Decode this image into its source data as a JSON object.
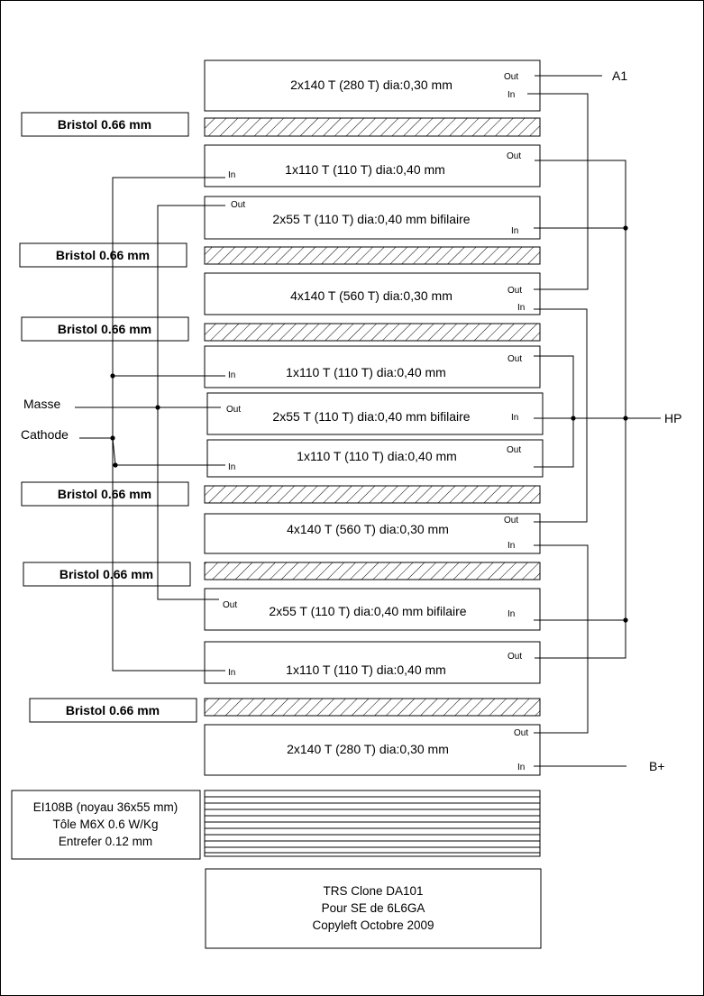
{
  "windings": [
    {
      "label": "2x140 T (280 T) dia:0,30 mm",
      "out": "Out",
      "in": "In"
    },
    {
      "label": "1x110 T (110 T) dia:0,40 mm",
      "out": "Out",
      "in": "In"
    },
    {
      "label": "2x55 T (110 T) dia:0,40 mm bifilaire",
      "out": "Out",
      "in": "In"
    },
    {
      "label": "4x140 T (560 T) dia:0,30 mm",
      "out": "Out",
      "in": "In"
    },
    {
      "label": "1x110 T (110 T) dia:0,40 mm",
      "out": "Out",
      "in": "In"
    },
    {
      "label": "2x55 T (110 T) dia:0,40 mm bifilaire",
      "out": "Out",
      "in": "In"
    },
    {
      "label": "1x110 T (110 T) dia:0,40 mm",
      "out": "Out",
      "in": "In"
    },
    {
      "label": "4x140 T (560 T) dia:0,30 mm",
      "out": "Out",
      "in": "In"
    },
    {
      "label": "2x55 T (110 T) dia:0,40 mm bifilaire",
      "out": "Out",
      "in": "In"
    },
    {
      "label": "1x110 T (110 T) dia:0,40 mm",
      "out": "Out",
      "in": "In"
    },
    {
      "label": "2x140 T (280 T) dia:0,30 mm",
      "out": "Out",
      "in": "In"
    }
  ],
  "bristol": [
    "Bristol  0.66 mm",
    "Bristol  0.66 mm",
    "Bristol  0.66 mm",
    "Bristol  0.66 mm",
    "Bristol  0.66 mm",
    "Bristol  0.66 mm"
  ],
  "terminals": {
    "a1": "A1",
    "hp": "HP",
    "bplus": "B+",
    "masse": "Masse",
    "cathode": "Cathode"
  },
  "core_info": [
    "EI108B (noyau 36x55 mm)",
    "Tôle M6X 0.6 W/Kg",
    "Entrefer 0.12 mm"
  ],
  "title_block": [
    "TRS  Clone DA101",
    "Pour SE de 6L6GA",
    "Copyleft Octobre 2009"
  ]
}
